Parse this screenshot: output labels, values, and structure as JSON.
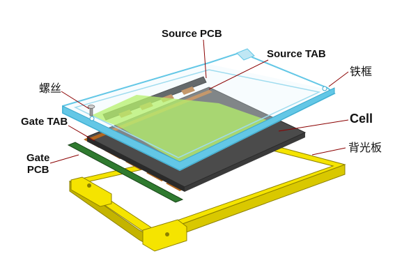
{
  "labels": {
    "source_pcb": "Source PCB",
    "source_tab": "Source TAB",
    "iron_frame": "铁框",
    "screw": "螺丝",
    "gate_tab": "Gate TAB",
    "cell": "Cell",
    "gate_pcb_line1": "Gate",
    "gate_pcb_line2": "PCB",
    "backlight": "背光板"
  },
  "colors": {
    "iron_frame": "#63c7e6",
    "iron_frame_fill": "#e9f7fc",
    "iron_frame_top_layer": "#bfe7f4",
    "cell": "#4b4b4b",
    "cell_edge": "#2a2a2a",
    "backlight": "#f5e400",
    "backlight_edge": "#c4b400",
    "source_pcb": "#1e1e1e",
    "source_tab": "#b2661e",
    "gate_pcb": "#2f7a2f",
    "gate_tab": "#b2661e",
    "highlight": "#b6f06b",
    "leader_line": "#8b0000",
    "label_text": "#111111"
  }
}
